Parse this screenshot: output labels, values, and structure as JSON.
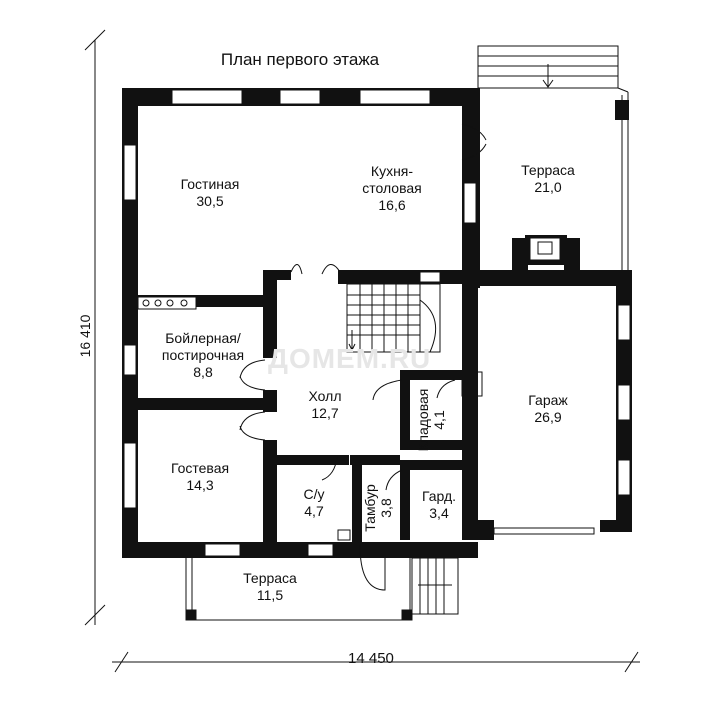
{
  "title": "План первого этажа",
  "watermark": "ДОМЕМ.RU",
  "dimensions": {
    "width": "14 450",
    "height": "16 410"
  },
  "rooms": {
    "living": {
      "name": "Гостиная",
      "area": "30,5"
    },
    "kitchen": {
      "name1": "Кухня-",
      "name2": "столовая",
      "area": "16,6"
    },
    "terrace_top": {
      "name": "Терраса",
      "area": "21,0"
    },
    "boiler": {
      "name1": "Бойлерная/",
      "name2": "постирочная",
      "area": "8,8"
    },
    "hall": {
      "name": "Холл",
      "area": "12,7"
    },
    "storage": {
      "name": "Кладовая",
      "area": "4,1"
    },
    "garage": {
      "name": "Гараж",
      "area": "26,9"
    },
    "guest": {
      "name": "Гостевая",
      "area": "14,3"
    },
    "bath": {
      "name": "С/у",
      "area": "4,7"
    },
    "vestibule": {
      "name": "Тамбур",
      "area": "3,8"
    },
    "wardrobe": {
      "name": "Гард.",
      "area": "3,4"
    },
    "terrace_bottom": {
      "name": "Терраса",
      "area": "11,5"
    }
  }
}
